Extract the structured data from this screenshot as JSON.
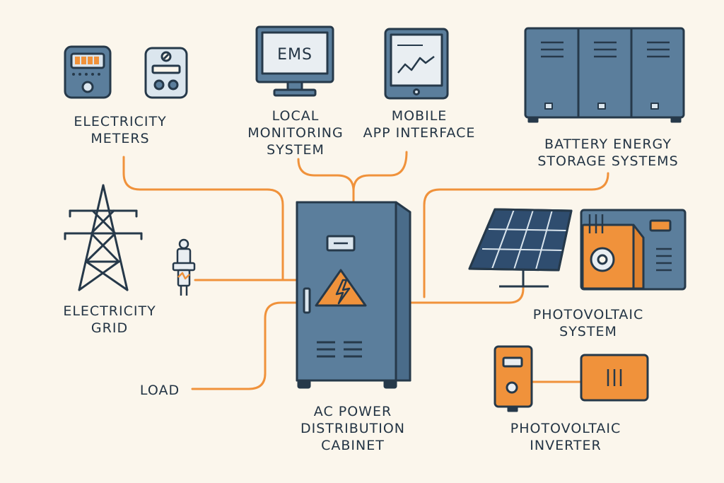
{
  "colors": {
    "background": "#fbf6ec",
    "outline": "#26394a",
    "steel_blue": "#5b7e9c",
    "light_blue": "#dbe6ee",
    "orange": "#f0923b",
    "screen": "#e9eef2",
    "text": "#233444"
  },
  "screens": {
    "ems": "EMS"
  },
  "labels": {
    "electricity_meters": [
      "ELECTRICITY",
      "METERS"
    ],
    "local_monitoring": [
      "LOCAL",
      "MONITORING",
      "SYSTEM"
    ],
    "mobile_app": [
      "MOBILE",
      "APP INTERFACE"
    ],
    "battery_storage": [
      "BATTERY ENERGY",
      "STORAGE SYSTEMS"
    ],
    "electricity_grid": [
      "ELECTRICITY",
      "GRID"
    ],
    "load": [
      "LOAD"
    ],
    "ac_cabinet": [
      "AC POWER",
      "DISTRIBUTION",
      "CABINET"
    ],
    "photovoltaic_system": [
      "PHOTOVOLTAIC",
      "SYSTEM"
    ],
    "photovoltaic_inverter": [
      "PHOTOVOLTAIC",
      "INVERTER"
    ]
  },
  "icons": {
    "meters": "electricity-meter-icon",
    "ems": "ems-monitor-icon",
    "mobile": "tablet-icon",
    "battery": "battery-rack-icon",
    "grid": "transmission-tower-icon",
    "insulator": "insulator-icon",
    "cabinet": "distribution-cabinet-icon",
    "warning": "high-voltage-warning-icon",
    "solar": "solar-panel-icon",
    "pv_unit": "pv-storage-unit-icon",
    "inverter": "inverter-icon"
  }
}
